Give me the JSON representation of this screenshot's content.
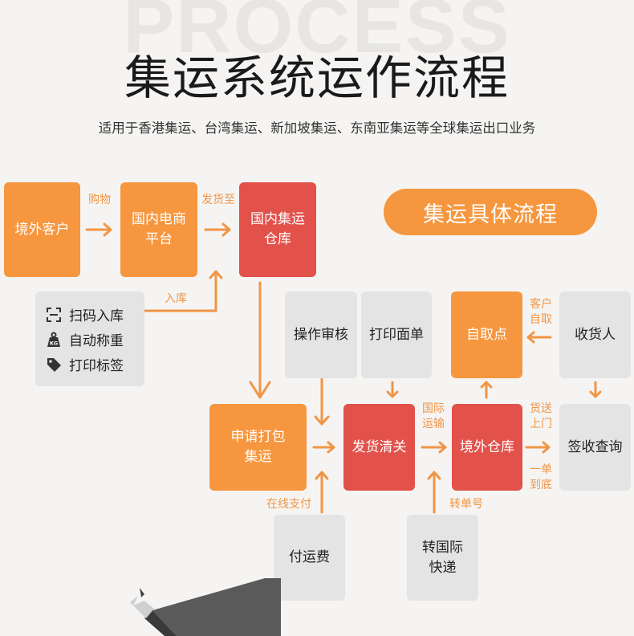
{
  "watermark": "PROCESS",
  "title": "集运系统运作流程",
  "subtitle": "适用于香港集运、台湾集运、新加坡集运、东南亚集运等全球集运出口业务",
  "section_badge": "集运具体流程",
  "nodes": {
    "overseas_customer": "境外客户",
    "domestic_ecommerce": "国内电商\n平台",
    "domestic_warehouse": "国内集运\n仓库",
    "apply_pack": "申请打包\n集运",
    "review": "操作审核",
    "print_waybill": "打印面单",
    "customs": "发货清关",
    "overseas_warehouse": "境外仓库",
    "pickup_point": "自取点",
    "receiver": "收货人",
    "sign_query": "签收查询",
    "pay_freight": "付运费",
    "intl_express": "转国际\n快递"
  },
  "edge_labels": {
    "purchase": "购物",
    "ship_to": "发货至",
    "inbound": "入库",
    "intl_transport": "国际\n运输",
    "customer_pickup": "客户\n自取",
    "door_delivery": "货送\n上门",
    "one_stop": "一单\n到底",
    "online_pay": "在线支付",
    "transfer_no": "转单号"
  },
  "legend": {
    "items": [
      {
        "label": "扫码入库",
        "icon": "scan-icon"
      },
      {
        "label": "自动称重",
        "icon": "weight-icon"
      },
      {
        "label": "打印标签",
        "icon": "tag-icon"
      }
    ],
    "weight_icon_text": "KG"
  },
  "colors": {
    "orange": "#f6963e",
    "red": "#e2514a",
    "gray": "#e4e4e4",
    "arrow": "#f19545"
  }
}
